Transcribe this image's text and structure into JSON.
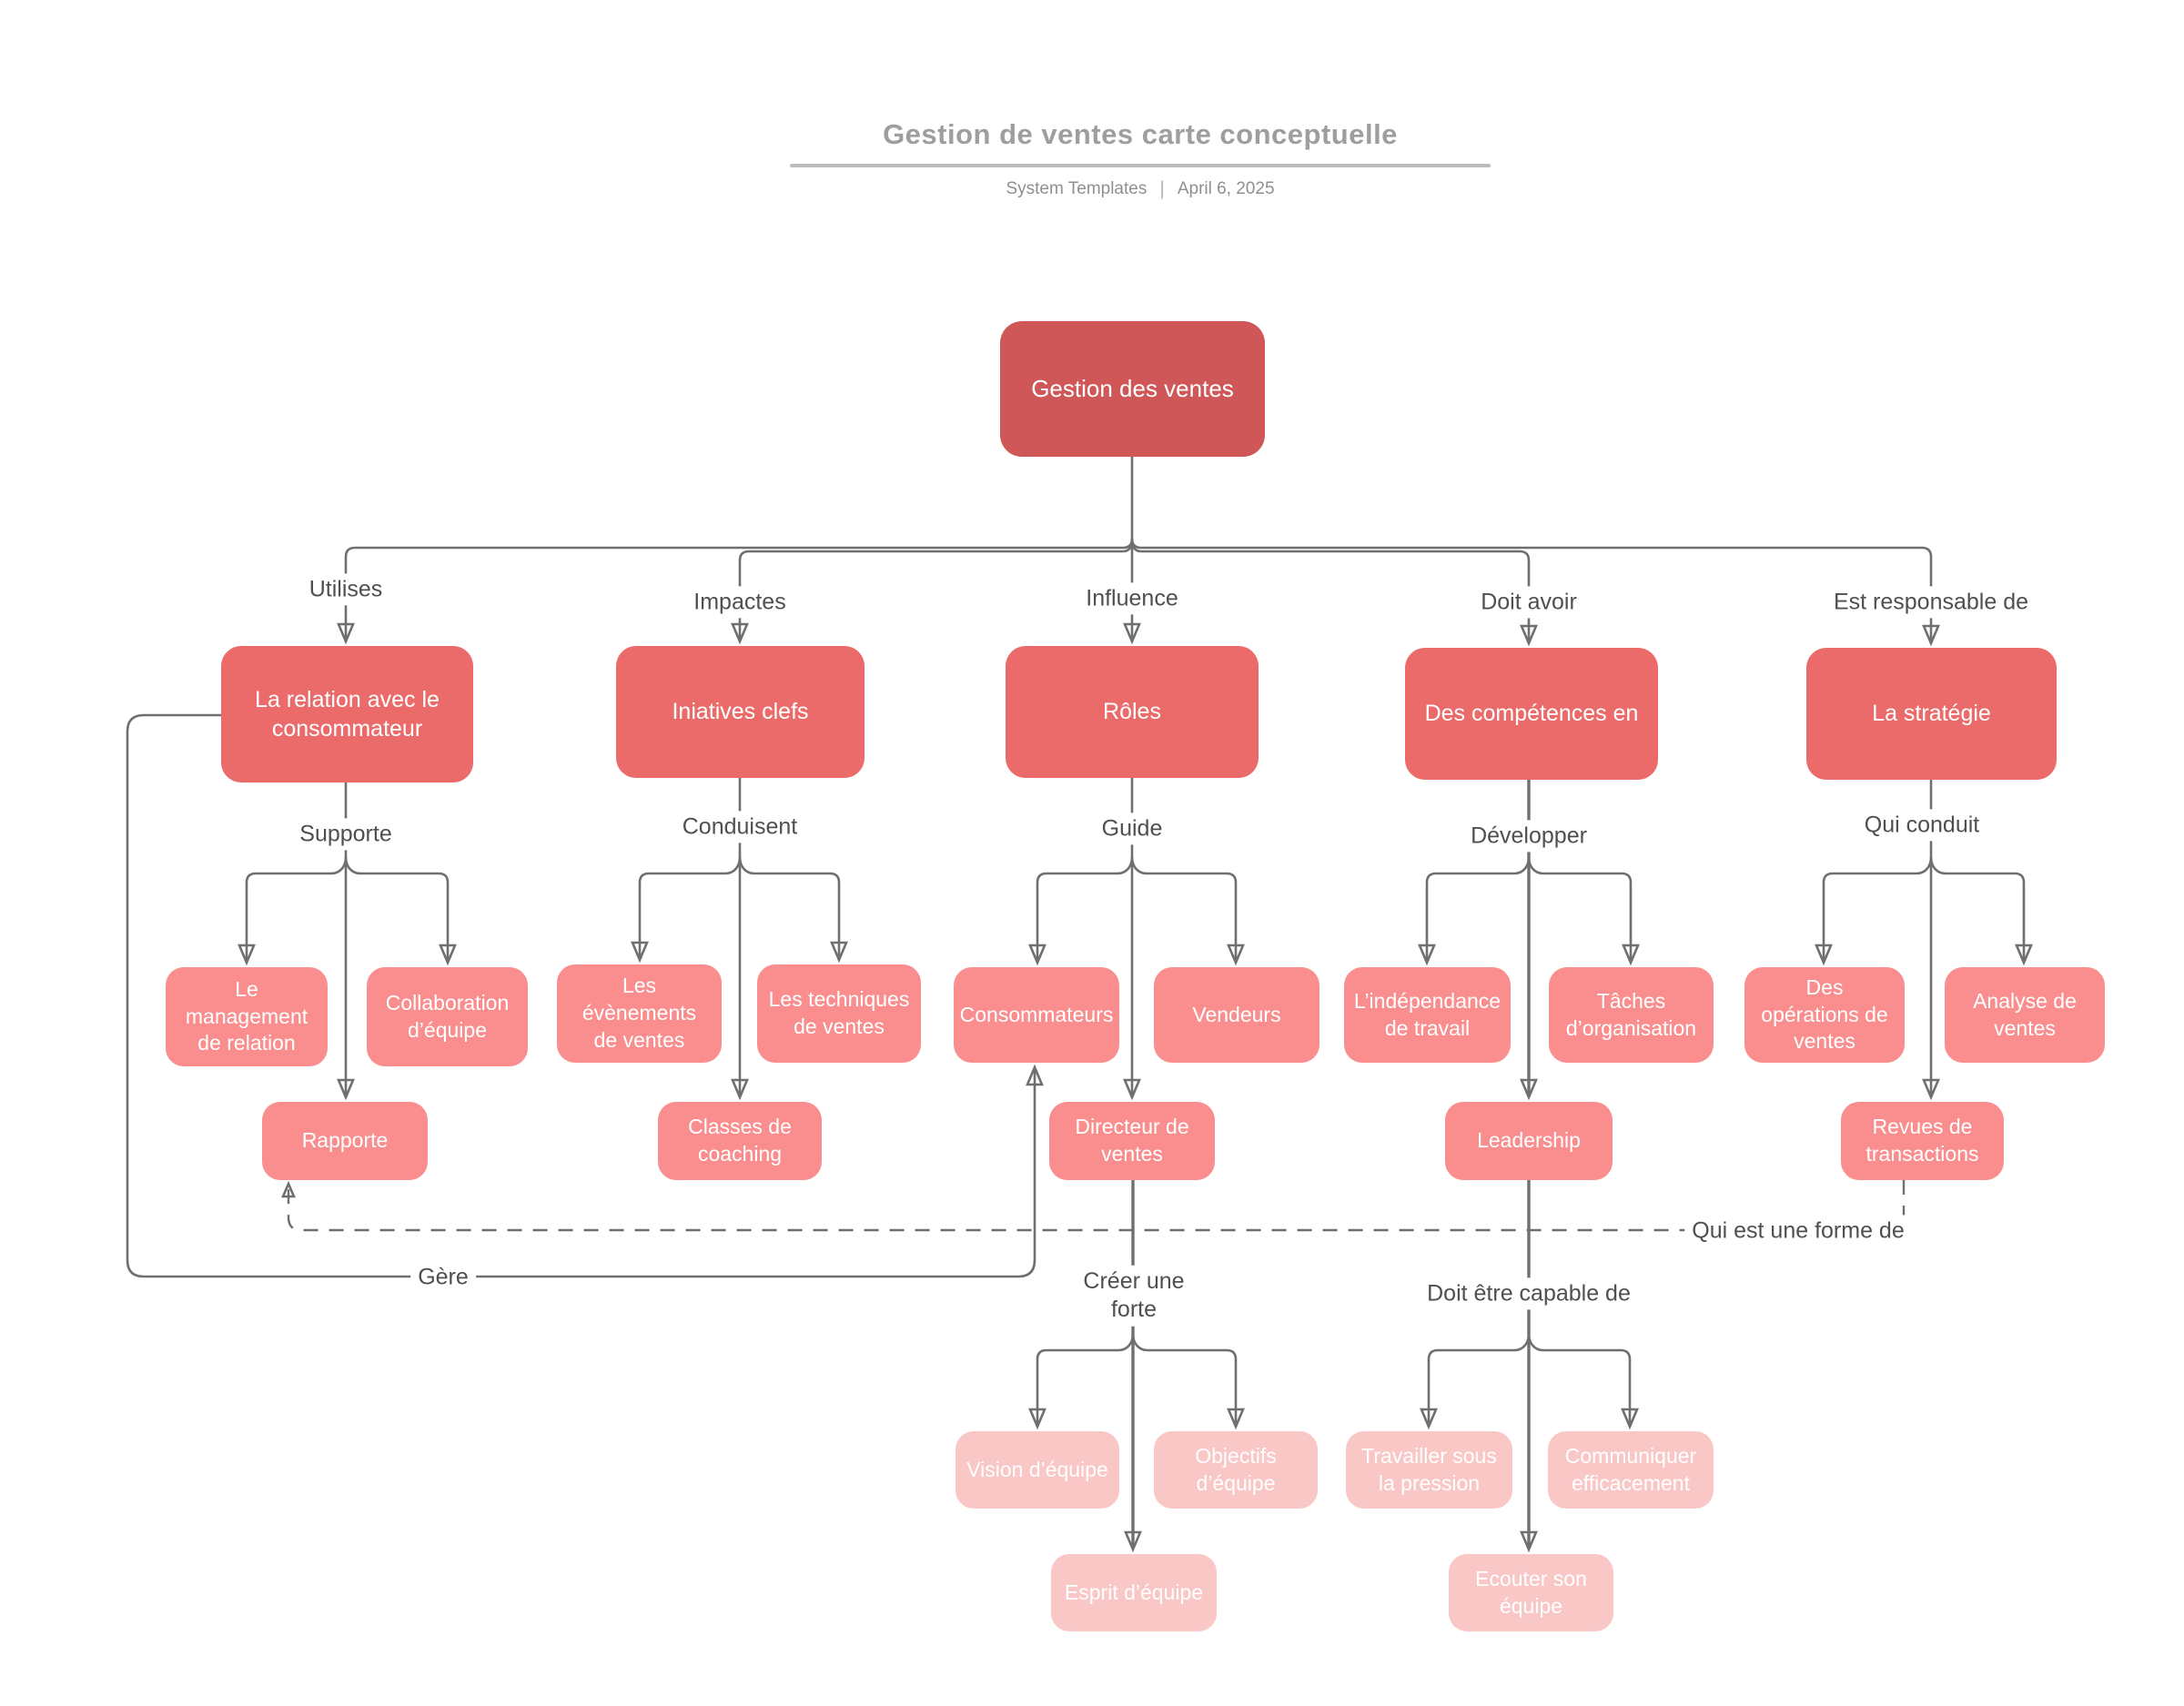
{
  "header": {
    "title": "Gestion de ventes carte conceptuelle",
    "byline": "System Templates",
    "separator": "|",
    "date": "April 6, 2025"
  },
  "map": {
    "root": "Gestion des ventes",
    "level1": [
      {
        "edge": "Utilises",
        "label": "La relation avec le consommateur"
      },
      {
        "edge": "Impactes",
        "label": "Iniatives clefs"
      },
      {
        "edge": "Influence",
        "label": "Rôles"
      },
      {
        "edge": "Doit avoir",
        "label": "Des compétences en"
      },
      {
        "edge": "Est responsable de",
        "label": "La stratégie"
      }
    ],
    "level2": [
      {
        "edge": "Supporte",
        "children": [
          "Le management de relation",
          "Collaboration d’équipe",
          "Rapporte"
        ]
      },
      {
        "edge": "Conduisent",
        "children": [
          "Les évènements de ventes",
          "Les techniques de ventes",
          "Classes de coaching"
        ]
      },
      {
        "edge": "Guide",
        "children": [
          "Consommateurs",
          "Vendeurs",
          "Directeur de ventes"
        ]
      },
      {
        "edge": "Développer",
        "children": [
          "L’indépendance de travail",
          "Tâches d’organisation",
          "Leadership"
        ]
      },
      {
        "edge": "Qui conduit",
        "children": [
          "Des opérations de ventes",
          "Analyse de ventes",
          "Revues de transactions"
        ]
      }
    ],
    "level3": [
      {
        "edge": "Créer une forte",
        "children": [
          "Vision d’équipe",
          "Objectifs d’équipe",
          "Esprit d’équipe"
        ]
      },
      {
        "edge": "Doit être capable de",
        "children": [
          "Travailler sous la pression",
          "Communiquer efficacement",
          "Ecouter son équipe"
        ]
      }
    ],
    "cross_edges": [
      {
        "label": "Gère",
        "from": "La relation avec le consommateur",
        "to": "Consommateurs",
        "style": "solid"
      },
      {
        "label": "Qui est une forme de",
        "from": "Revues de transactions",
        "to": "Rapporte",
        "style": "dashed"
      }
    ],
    "colors": {
      "root": "#D05757",
      "level1": "#EB6B6B",
      "level2": "#FA8E8E",
      "level3": "#FAC7C7",
      "edge": "#6F6F6F"
    }
  }
}
